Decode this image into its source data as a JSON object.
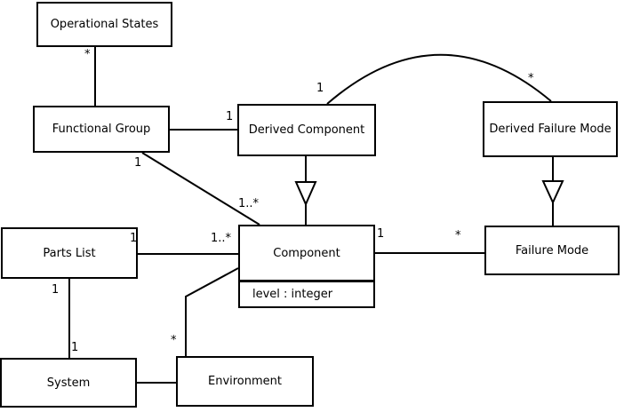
{
  "diagram": {
    "title": "",
    "background_color": "#ffffff",
    "line_color": "#000000",
    "box_fill_color": "#ffffff",
    "text_color": "#000000",
    "classes": [
      {
        "id": "operational-states",
        "name": "Operational States"
      },
      {
        "id": "functional-group",
        "name": "Functional Group"
      },
      {
        "id": "derived-component",
        "name": "Derived Component"
      },
      {
        "id": "derived-failure-mode",
        "name": "Derived Failure Mode"
      },
      {
        "id": "parts-list",
        "name": "Parts List"
      },
      {
        "id": "component",
        "name": "Component",
        "attributes": [
          "level : integer"
        ]
      },
      {
        "id": "failure-mode",
        "name": "Failure Mode"
      },
      {
        "id": "system",
        "name": "System"
      },
      {
        "id": "environment",
        "name": "Environment"
      }
    ],
    "relationships": [
      {
        "from": "Operational States",
        "to": "Functional Group",
        "type": "association",
        "labels": [
          "*"
        ]
      },
      {
        "from": "Functional Group",
        "to": "Derived Component",
        "type": "association",
        "labels": [
          "1"
        ]
      },
      {
        "from": "Derived Component",
        "to": "Derived Failure Mode",
        "type": "association-arc",
        "labels": [
          "1",
          "*"
        ]
      },
      {
        "from": "Derived Component",
        "to": "Component",
        "type": "generalization",
        "labels": []
      },
      {
        "from": "Derived Failure Mode",
        "to": "Failure Mode",
        "type": "generalization",
        "labels": []
      },
      {
        "from": "Functional Group",
        "to": "Component",
        "type": "association",
        "labels": [
          "1",
          "1..*"
        ]
      },
      {
        "from": "Parts List",
        "to": "Component",
        "type": "association",
        "labels": [
          "1",
          "1..*"
        ]
      },
      {
        "from": "Component",
        "to": "Failure Mode",
        "type": "association",
        "labels": [
          "1",
          "*"
        ]
      },
      {
        "from": "Parts List",
        "to": "System",
        "type": "association",
        "labels": [
          "1",
          "1"
        ]
      },
      {
        "from": "System",
        "to": "Environment",
        "type": "association",
        "labels": []
      },
      {
        "from": "Component",
        "to": "Environment",
        "type": "association",
        "labels": [
          "*"
        ]
      }
    ],
    "multiplicity_labels": [
      "*",
      "1",
      "1",
      "*",
      "1",
      "1..*",
      "1",
      "1..*",
      "1",
      "*",
      "1",
      "1",
      "*"
    ]
  }
}
